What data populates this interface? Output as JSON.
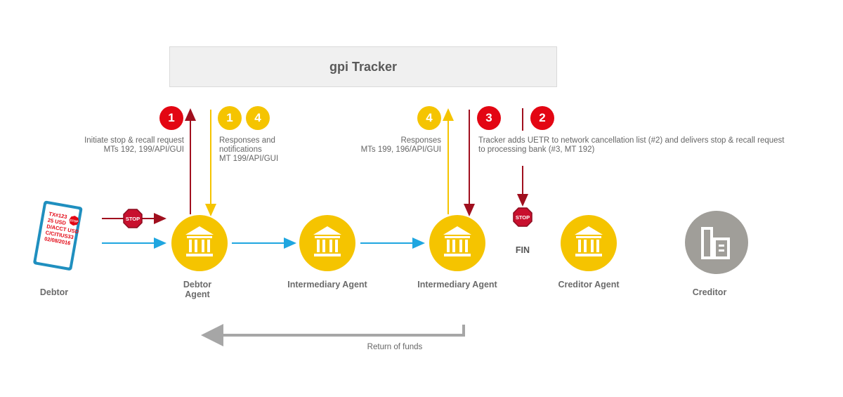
{
  "tracker": {
    "title": "gpi Tracker"
  },
  "steps": {
    "s1_red": "1",
    "s1_yellow": "1",
    "s4_yellow_left": "4",
    "s4_yellow_right": "4",
    "s3_red": "3",
    "s2_red": "2"
  },
  "notes": {
    "initiate": [
      "Initiate stop & recall request",
      "MTs 192, 199/API/GUI"
    ],
    "responses_left": [
      "Responses and",
      "notifications",
      "MT  199/API/GUI"
    ],
    "responses_right": [
      "Responses",
      "MTs 199, 196/API/GUI"
    ],
    "tracker_adds": [
      "Tracker adds UETR to network cancellation list (#2) and delivers stop & recall request",
      "to processing bank (#3, MT 192)"
    ]
  },
  "nodes": {
    "debtor": "Debtor",
    "debtor_agent_l1": "Debtor",
    "debtor_agent_l2": "Agent",
    "intermediary_1": "Intermediary Agent",
    "intermediary_2": "Intermediary Agent",
    "fin": "FIN",
    "creditor_agent": "Creditor Agent",
    "creditor": "Creditor"
  },
  "invoice": {
    "lines": [
      "TX#123",
      "25 USD",
      "D/ACCT USD",
      "C/CITIUS33",
      "02/08/2016"
    ]
  },
  "stop_label": "STOP",
  "return_label": "Return of funds",
  "colors": {
    "red": "#e30613",
    "dark_red": "#a00f1e",
    "yellow": "#f5c400",
    "blue": "#1fa6e0",
    "gray": "#a09e99",
    "arrow_gray": "#a6a6a6"
  }
}
